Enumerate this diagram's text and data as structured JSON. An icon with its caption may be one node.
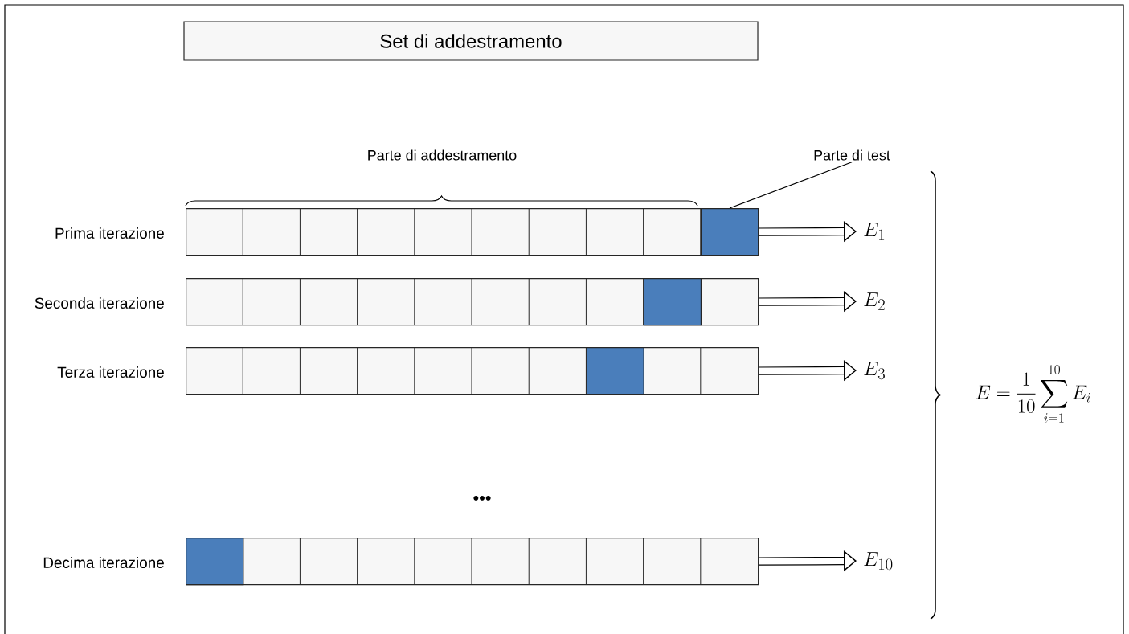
{
  "diagram": {
    "nodes": [
      {
        "text": [
          "Set di addestramento"
        ]
      },
      {
        "text": [
          "Parte di test"
        ]
      },
      {
        "text": [],
        "shape": "bar",
        "beside": [
          "Prima iterazione"
        ]
      },
      {
        "text": [],
        "shape": "box",
        "in": 2
      },
      {
        "text": [
          "E_{1}"
        ]
      },
      {
        "text": [],
        "shape": "bar",
        "beside": [
          "Seconda iterazione"
        ]
      },
      {
        "text": [],
        "shape": "box",
        "in": 5
      },
      {
        "text": [
          "E_{2}"
        ]
      },
      {
        "text": [],
        "shape": "bar",
        "beside": [
          "Terza iterazione"
        ]
      },
      {
        "text": [],
        "shape": "box",
        "in": 8
      },
      {
        "text": [
          "E_{3}"
        ]
      },
      {
        "text": [],
        "shape": "bar",
        "beside": [
          "Decima iterazione"
        ]
      },
      {
        "text": [],
        "shape": "box",
        "in": 11
      },
      {
        "text": [
          "E_{10}"
        ]
      }
    ],
    "edges": [
      {
        "from": 1,
        "to": 3,
        "arrow": "none"
      },
      {
        "from": 2,
        "to": 4,
        "arrow": "to"
      },
      {
        "from": 5,
        "to": 7,
        "arrow": "to"
      },
      {
        "from": 8,
        "to": 10,
        "arrow": "to"
      },
      {
        "from": 11,
        "to": 13,
        "arrow": "to"
      }
    ],
    "labels": [
      "Parte di addestramento",
      "•••",
      "E = \\frac{1}{10}\\sum_{i=1}^{10}E_i"
    ]
  }
}
